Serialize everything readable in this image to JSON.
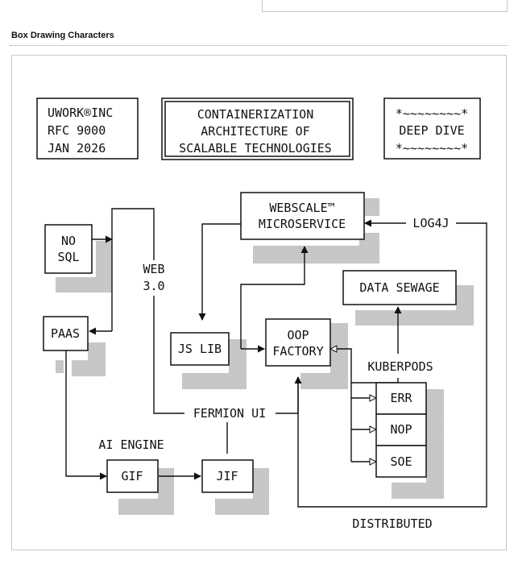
{
  "page": {
    "section_heading": "Box Drawing Characters"
  },
  "diagram": {
    "header_left": [
      "UWORK®INC",
      "RFC  9000",
      "JAN  2026"
    ],
    "header_center": [
      "CONTAINERIZATION",
      "ARCHITECTURE OF",
      "SCALABLE TECHNOLOGIES"
    ],
    "header_right": [
      "*~~~~~~~~*",
      "DEEP DIVE",
      "*~~~~~~~~*"
    ],
    "nodes": {
      "webscale": [
        "WEBSCALE™",
        "MICROSERVICE"
      ],
      "nosql": [
        "NO",
        "SQL"
      ],
      "paas": "PAAS",
      "jslib": "JS LIB",
      "oop": [
        "OOP",
        "FACTORY"
      ],
      "datasewage": "DATA SEWAGE",
      "err": "ERR",
      "nop": "NOP",
      "soe": "SOE",
      "gif": "GIF",
      "jif": "JIF"
    },
    "labels": {
      "log4j": "LOG4J",
      "web30": [
        "WEB",
        "3.0"
      ],
      "kuberpods": "KUBERPODS",
      "fermion": "FERMION UI",
      "ai_engine": "AI ENGINE",
      "distributed": "DISTRIBUTED"
    },
    "colors": {
      "ink": "#111111",
      "shade": "#c4c4c4"
    }
  }
}
